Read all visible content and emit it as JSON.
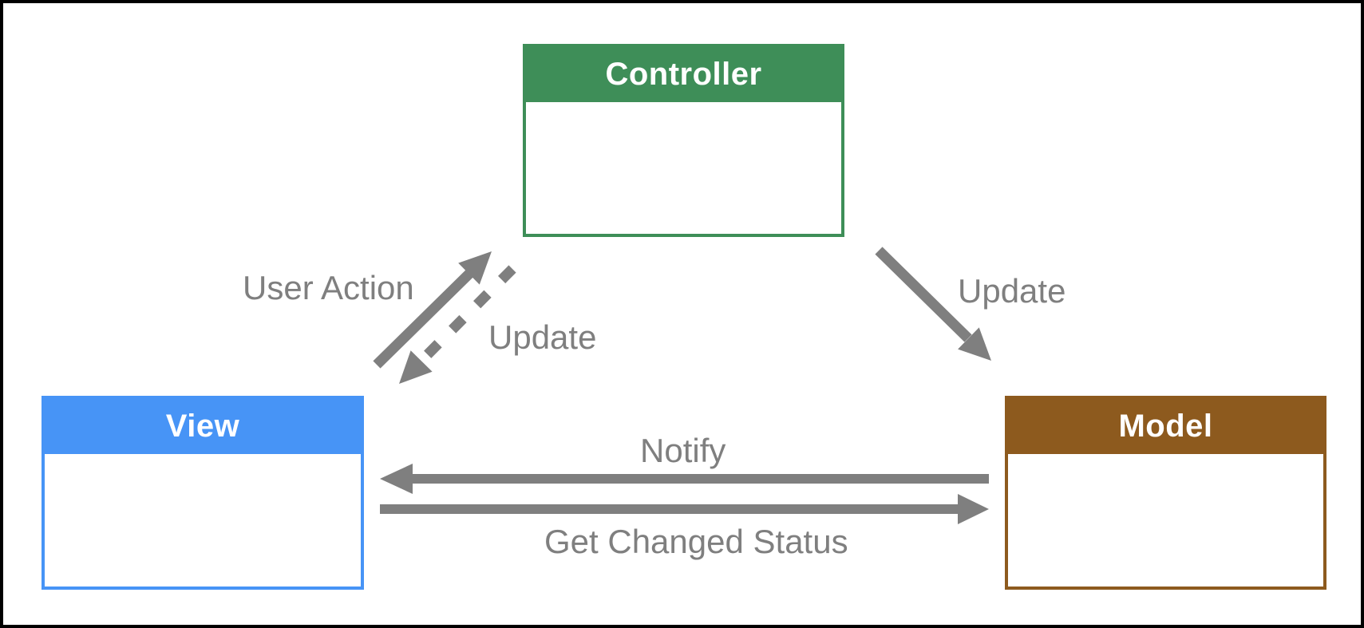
{
  "diagram": {
    "nodes": [
      {
        "id": "controller",
        "label": "Controller",
        "color": "#3e8e58"
      },
      {
        "id": "view",
        "label": "View",
        "color": "#4794f6"
      },
      {
        "id": "model",
        "label": "Model",
        "color": "#8d5a1e"
      }
    ],
    "edges": [
      {
        "id": "user-action",
        "label": "User Action",
        "from": "view",
        "to": "controller",
        "style": "solid"
      },
      {
        "id": "update-view",
        "label": "Update",
        "from": "controller",
        "to": "view",
        "style": "dashed"
      },
      {
        "id": "update-model",
        "label": "Update",
        "from": "controller",
        "to": "model",
        "style": "solid"
      },
      {
        "id": "notify",
        "label": "Notify",
        "from": "model",
        "to": "view",
        "style": "solid"
      },
      {
        "id": "get-changed-status",
        "label": "Get Changed Status",
        "from": "view",
        "to": "model",
        "style": "solid"
      }
    ],
    "colors": {
      "arrow": "#7f7f7f",
      "label": "#7f7f7f",
      "frame": "#000000",
      "background": "#ffffff"
    }
  }
}
